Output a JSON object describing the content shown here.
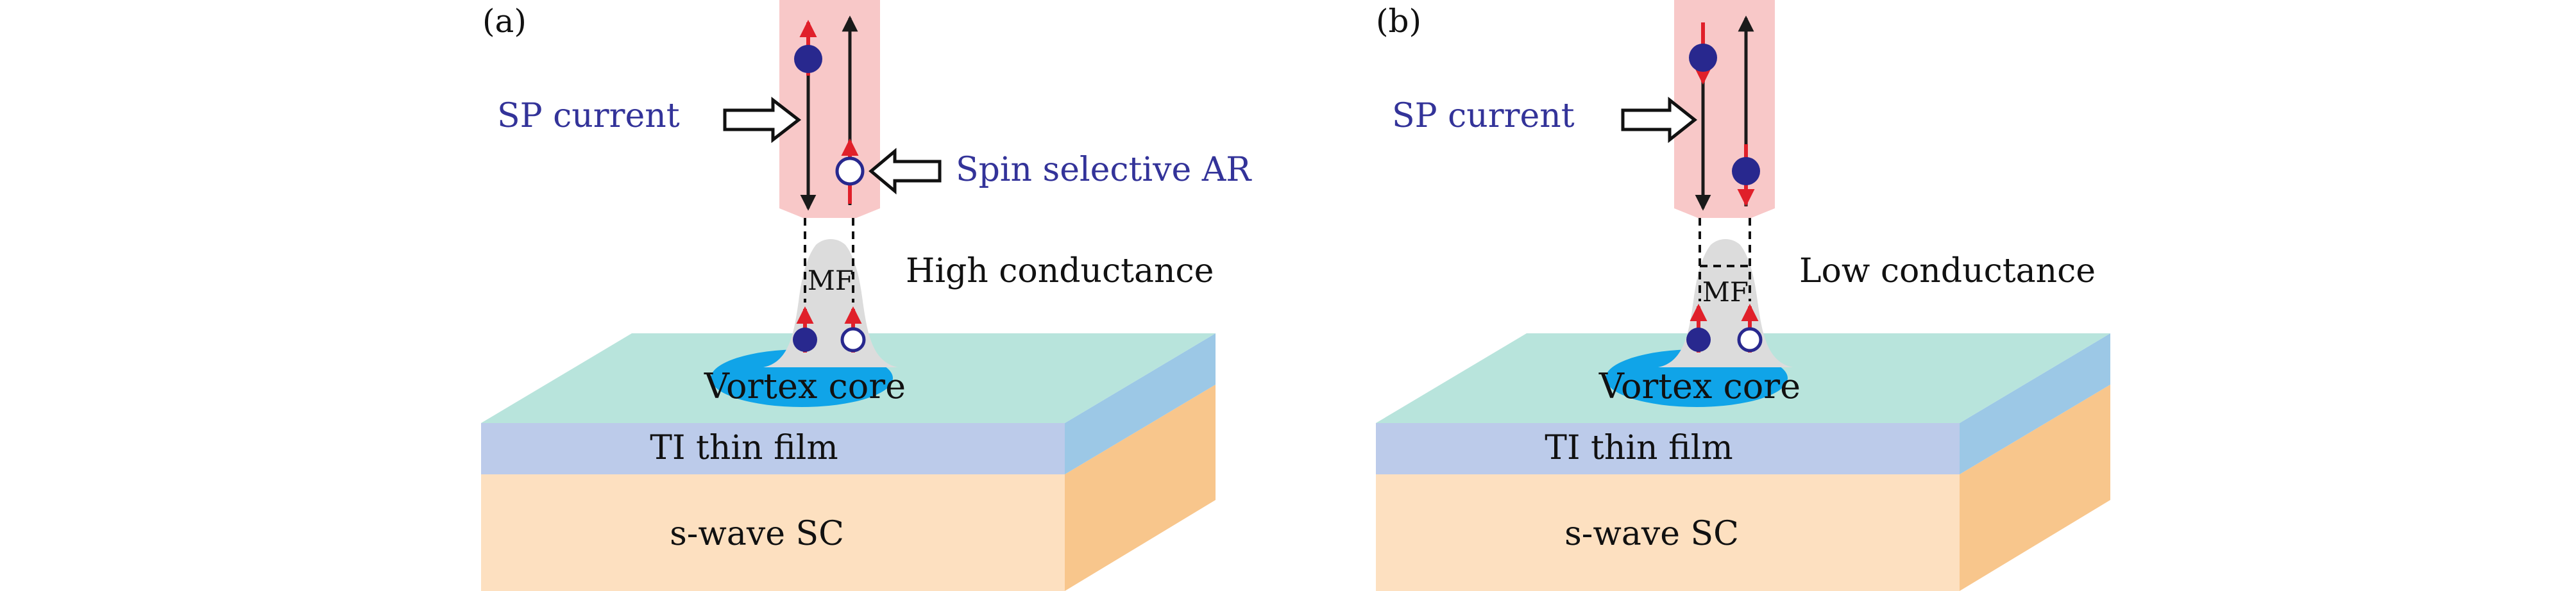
{
  "panels": [
    {
      "label": "(a)",
      "sp_current": "SP current",
      "annotation": "Spin selective AR",
      "conductance": "High conductance",
      "mf": "MF",
      "vortex": "Vortex core",
      "film": "TI thin film",
      "substrate": "s-wave SC"
    },
    {
      "label": "(b)",
      "sp_current": "SP current",
      "conductance": "Low conductance",
      "mf": "MF",
      "vortex": "Vortex core",
      "film": "TI thin film",
      "substrate": "s-wave SC"
    }
  ],
  "colors": {
    "tip": "#f8c8c8",
    "surface_top": "#b8e4dc",
    "surface_side": "#9cc8e6",
    "film_front": "#bccbea",
    "sc_front": "#fde0c0",
    "sc_side": "#f8c68c",
    "vortex": "#10a4e8",
    "mf": "#dcdcdc",
    "electron": "#28288e",
    "spin": "#e0202a",
    "label_blue": "#333399",
    "arrow_dark": "#1a1a1a"
  }
}
